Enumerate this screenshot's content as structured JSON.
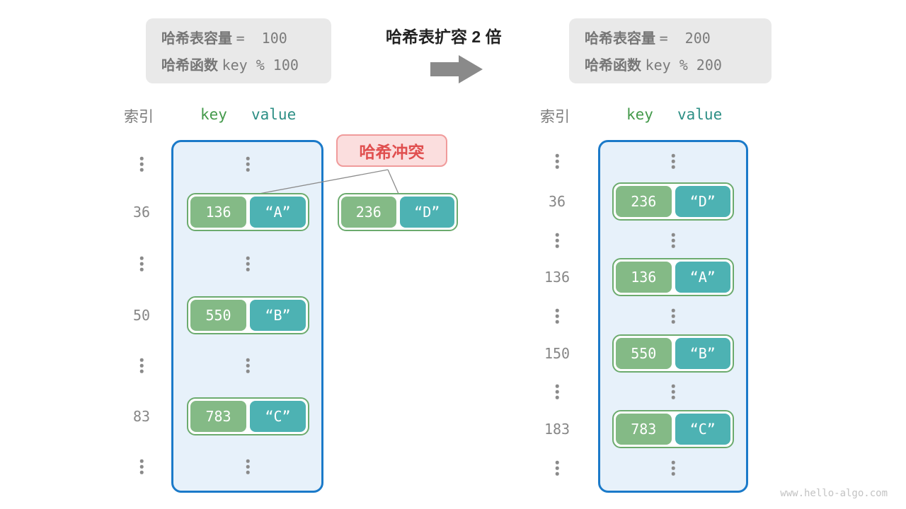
{
  "title": "哈希表扩容 2 倍",
  "info_boxes": {
    "left": {
      "line1_label": "哈希表容量",
      "line1_value": "=  100",
      "line2_label": "哈希函数",
      "line2_value": "key % 100"
    },
    "right": {
      "line1_label": "哈希表容量",
      "line1_value": "=  200",
      "line2_label": "哈希函数",
      "line2_value": "key % 200"
    }
  },
  "collision": {
    "label": "哈希冲突"
  },
  "tables": {
    "left": {
      "index_header": "索引",
      "key_header": "key",
      "value_header": "value",
      "indices": [
        "36",
        "50",
        "83"
      ],
      "entries": [
        {
          "key": "136",
          "value": "“A”"
        },
        {
          "key": "550",
          "value": "“B”"
        },
        {
          "key": "783",
          "value": "“C”"
        }
      ]
    },
    "detached_entry": {
      "key": "236",
      "value": "“D”"
    },
    "right": {
      "index_header": "索引",
      "key_header": "key",
      "value_header": "value",
      "indices": [
        "36",
        "136",
        "150",
        "183"
      ],
      "entries": [
        {
          "key": "236",
          "value": "“D”"
        },
        {
          "key": "136",
          "value": "“A”"
        },
        {
          "key": "550",
          "value": "“B”"
        },
        {
          "key": "783",
          "value": "“C”"
        }
      ]
    }
  },
  "watermark": "www.hello-algo.com",
  "colors": {
    "bucket_fill": "#e7f1fa",
    "bucket_border": "#1b7ac9",
    "key_box": "#84ba86",
    "value_box": "#4db2b3",
    "entry_border": "#6cab6e",
    "info_box_bg": "#e9e9e9",
    "collision_bg": "#fbdede",
    "collision_border": "#f09b9b",
    "collision_text": "#e04f4f",
    "key_header": "#449a4b",
    "value_header": "#2d8f85",
    "arrow": "#8a8a8a"
  }
}
